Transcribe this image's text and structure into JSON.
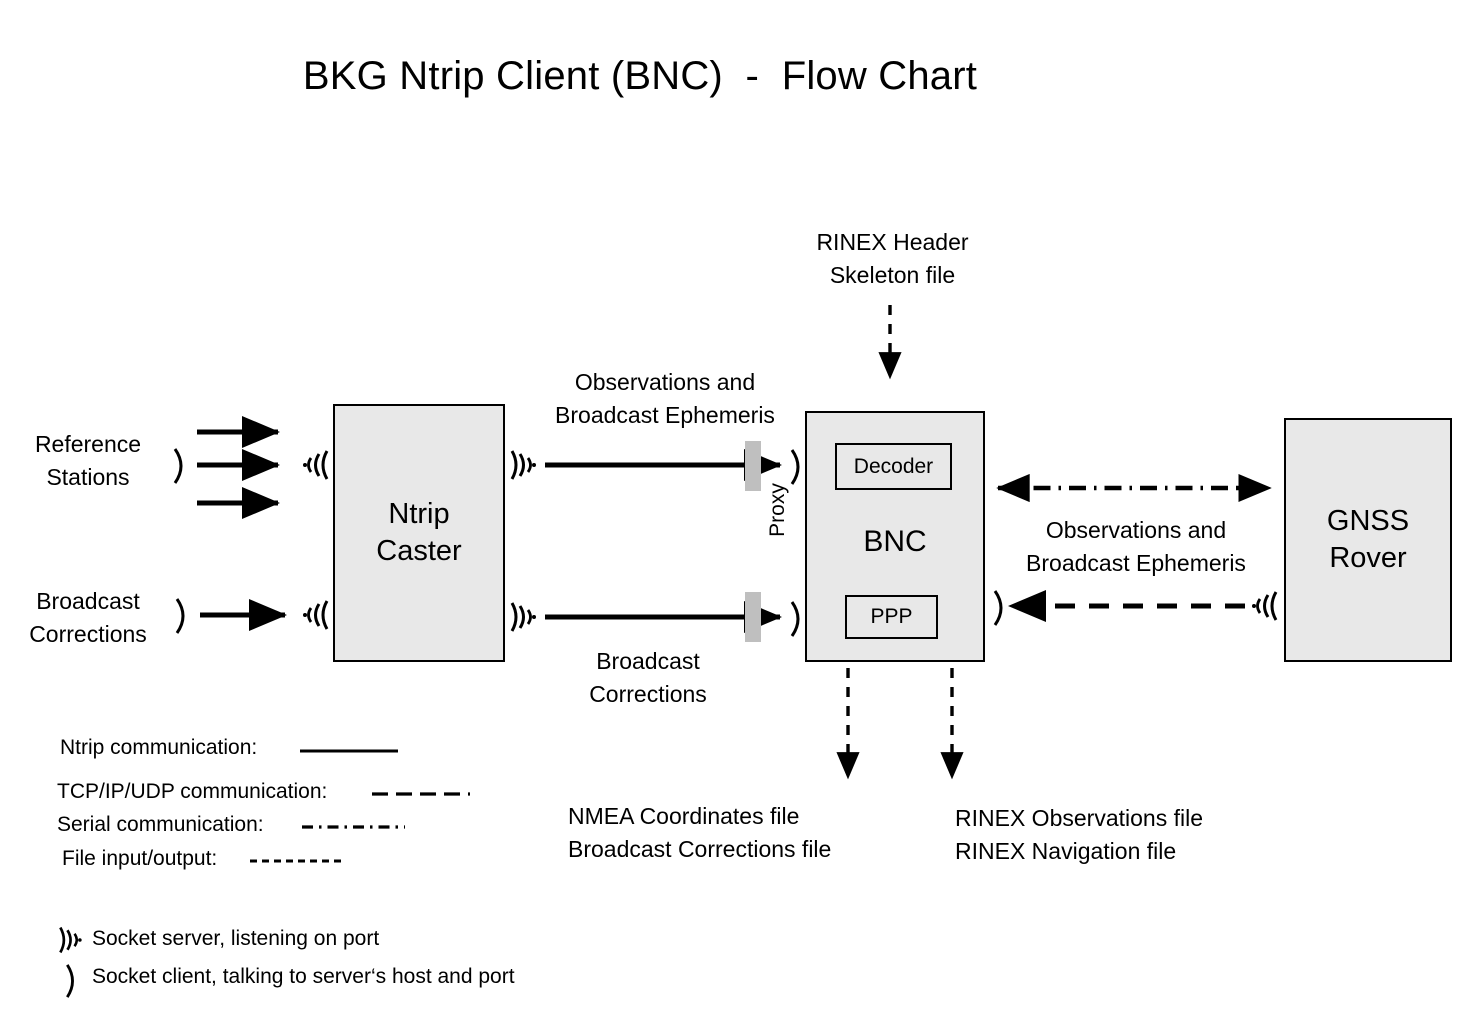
{
  "title": "BKG Ntrip Client (BNC)  -  Flow Chart",
  "nodes": {
    "caster": "Ntrip\nCaster",
    "bnc": "BNC",
    "decoder": "Decoder",
    "ppp": "PPP",
    "rover": "GNSS\nRover"
  },
  "labels": {
    "reference_stations": "Reference\nStations",
    "broadcast_corrections_in": "Broadcast\nCorrections",
    "obs_and_ephemeris_left": "Observations and\nBroadcast Ephemeris",
    "broadcast_corrections_mid": "Broadcast\nCorrections",
    "rinex_header_skeleton": "RINEX Header\nSkeleton file",
    "obs_and_ephemeris_right": "Observations and\nBroadcast Ephemeris",
    "proxy": "Proxy",
    "nmea_out": "NMEA Coordinates file\nBroadcast Corrections file",
    "rinex_out": "RINEX Observations file\nRINEX Navigation file"
  },
  "legend": {
    "lines": [
      {
        "label": "Ntrip communication:",
        "style": "solid"
      },
      {
        "label": "TCP/IP/UDP communication:",
        "style": "dashed"
      },
      {
        "label": "Serial communication:",
        "style": "dash-dot"
      },
      {
        "label": "File input/output:",
        "style": "dotted-small"
      }
    ],
    "sockets": [
      {
        "icon": "socket-server-icon",
        "label": "Socket server, listening on port"
      },
      {
        "icon": "socket-client-icon",
        "label": "Socket client, talking to server‘s host and port"
      }
    ]
  },
  "colors": {
    "box_fill": "#e8e8e8",
    "box_stroke": "#000000",
    "proxy_bar": "#bfbfbf",
    "background": "#ffffff",
    "text": "#000000"
  }
}
